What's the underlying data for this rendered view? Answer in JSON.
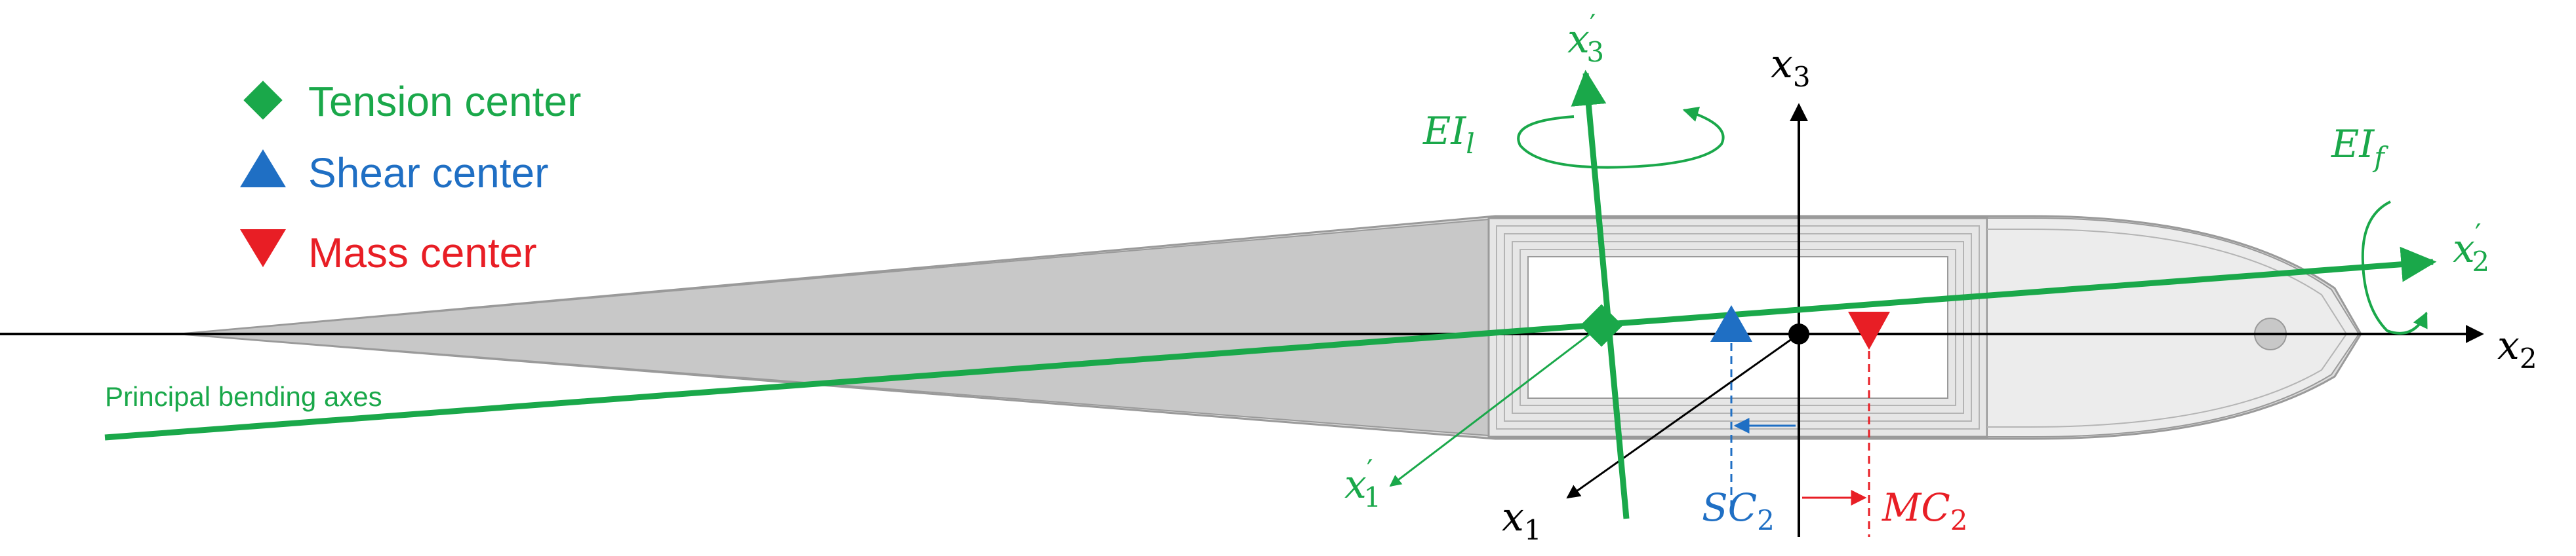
{
  "colors": {
    "green": "#1aa84a",
    "blue": "#1f6fc4",
    "red": "#e81e25",
    "black": "#000000",
    "airfoil_fill": "#c8c8c8",
    "airfoil_stroke": "#9a9a9a"
  },
  "legend": [
    {
      "marker": "diamond",
      "label": "Tension center",
      "color": "#1aa84a"
    },
    {
      "marker": "triangle-up",
      "label": "Shear center",
      "color": "#1f6fc4"
    },
    {
      "marker": "triangle-down",
      "label": "Mass center",
      "color": "#e81e25"
    }
  ],
  "principal_label": "Principal bending axes",
  "axes": {
    "x1": {
      "base": "x",
      "sub": "1"
    },
    "x2": {
      "base": "x",
      "sub": "2"
    },
    "x3": {
      "base": "x",
      "sub": "3"
    },
    "x1p": {
      "base": "x",
      "sub": "1",
      "prime": "′"
    },
    "x2p": {
      "base": "x",
      "sub": "2",
      "prime": "′"
    },
    "x3p": {
      "base": "x",
      "sub": "3",
      "prime": "′"
    }
  },
  "stiffness": {
    "lag": {
      "base": "EI",
      "sub": "l"
    },
    "flap": {
      "base": "EI",
      "sub": "f"
    }
  },
  "offsets": {
    "sc": {
      "base": "SC",
      "sub": "2"
    },
    "mc": {
      "base": "MC",
      "sub": "2"
    }
  }
}
